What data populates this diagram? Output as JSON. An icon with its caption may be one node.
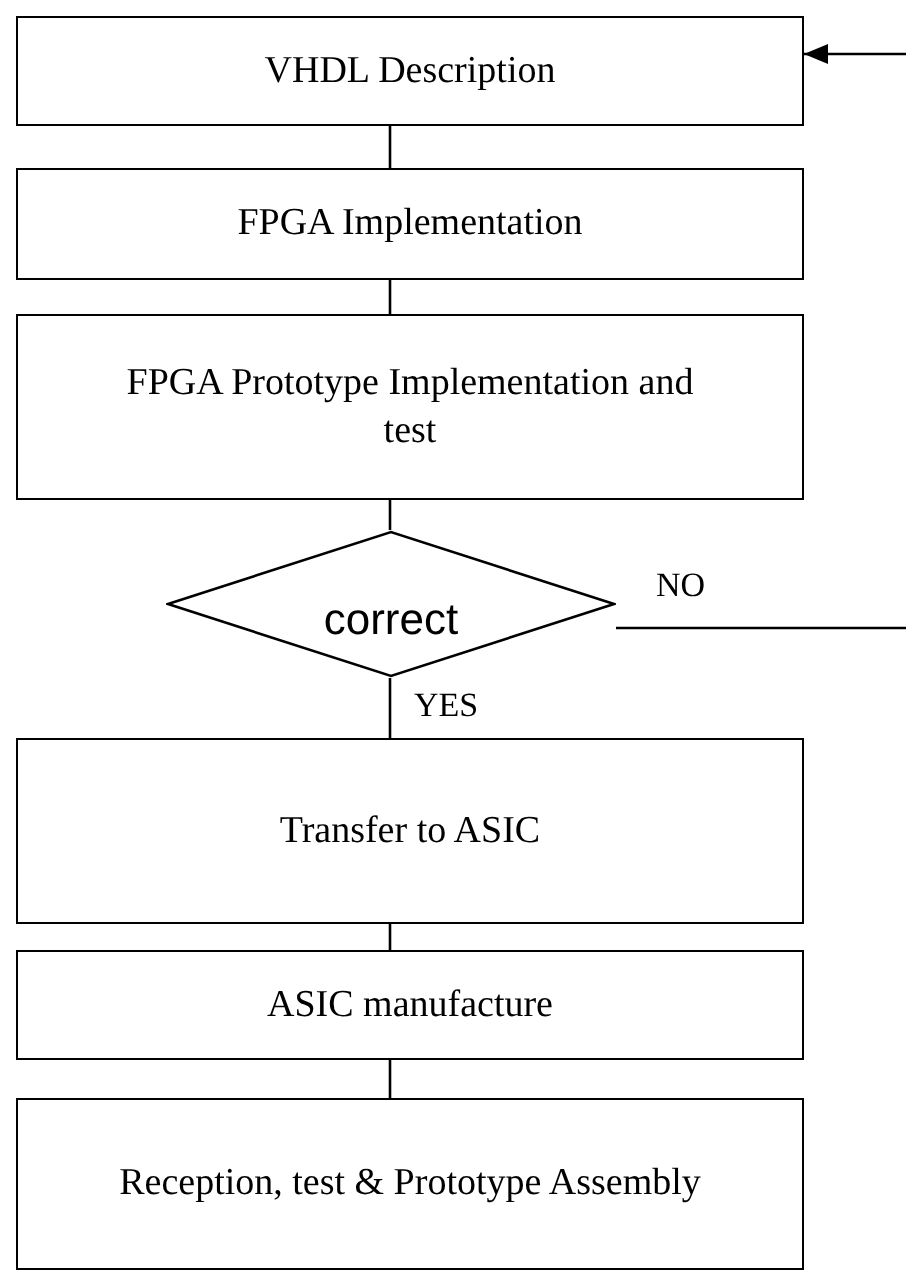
{
  "diagram": {
    "nodes": [
      {
        "text": [
          "VHDL Description"
        ]
      },
      {
        "text": [
          "FPGA Implementation"
        ]
      },
      {
        "text": [
          "FPGA Prototype Implementation and test"
        ]
      },
      {
        "text": [
          "correct"
        ]
      },
      {
        "text": [
          "Transfer to ASIC"
        ]
      },
      {
        "text": [
          "ASIC manufacture"
        ]
      },
      {
        "text": [
          "Reception, test & Prototype Assembly"
        ]
      }
    ],
    "edges": [
      {
        "from": 0,
        "to": 1,
        "arrow": "none"
      },
      {
        "from": 1,
        "to": 2,
        "arrow": "none"
      },
      {
        "from": 2,
        "to": 3,
        "arrow": "none"
      },
      {
        "from": 3,
        "to": 4,
        "arrow": "none",
        "label": "YES"
      },
      {
        "from": 4,
        "to": 5,
        "arrow": "none"
      },
      {
        "from": 5,
        "to": 6,
        "arrow": "none"
      },
      {
        "from": 3,
        "to": null,
        "arrow": "none",
        "label": "NO"
      },
      {
        "from": null,
        "to": 0,
        "arrow": "to"
      }
    ]
  }
}
